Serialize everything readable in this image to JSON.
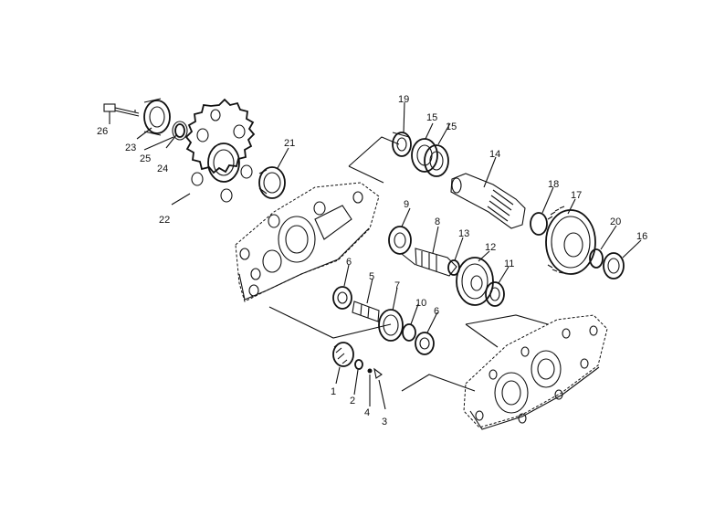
{
  "diagram": {
    "callouts": [
      "1",
      "2",
      "3",
      "4",
      "5",
      "6",
      "6",
      "7",
      "8",
      "9",
      "10",
      "11",
      "12",
      "13",
      "14",
      "15",
      "15",
      "16",
      "17",
      "18",
      "19",
      "20",
      "21",
      "22",
      "23",
      "24",
      "25",
      "26"
    ]
  }
}
